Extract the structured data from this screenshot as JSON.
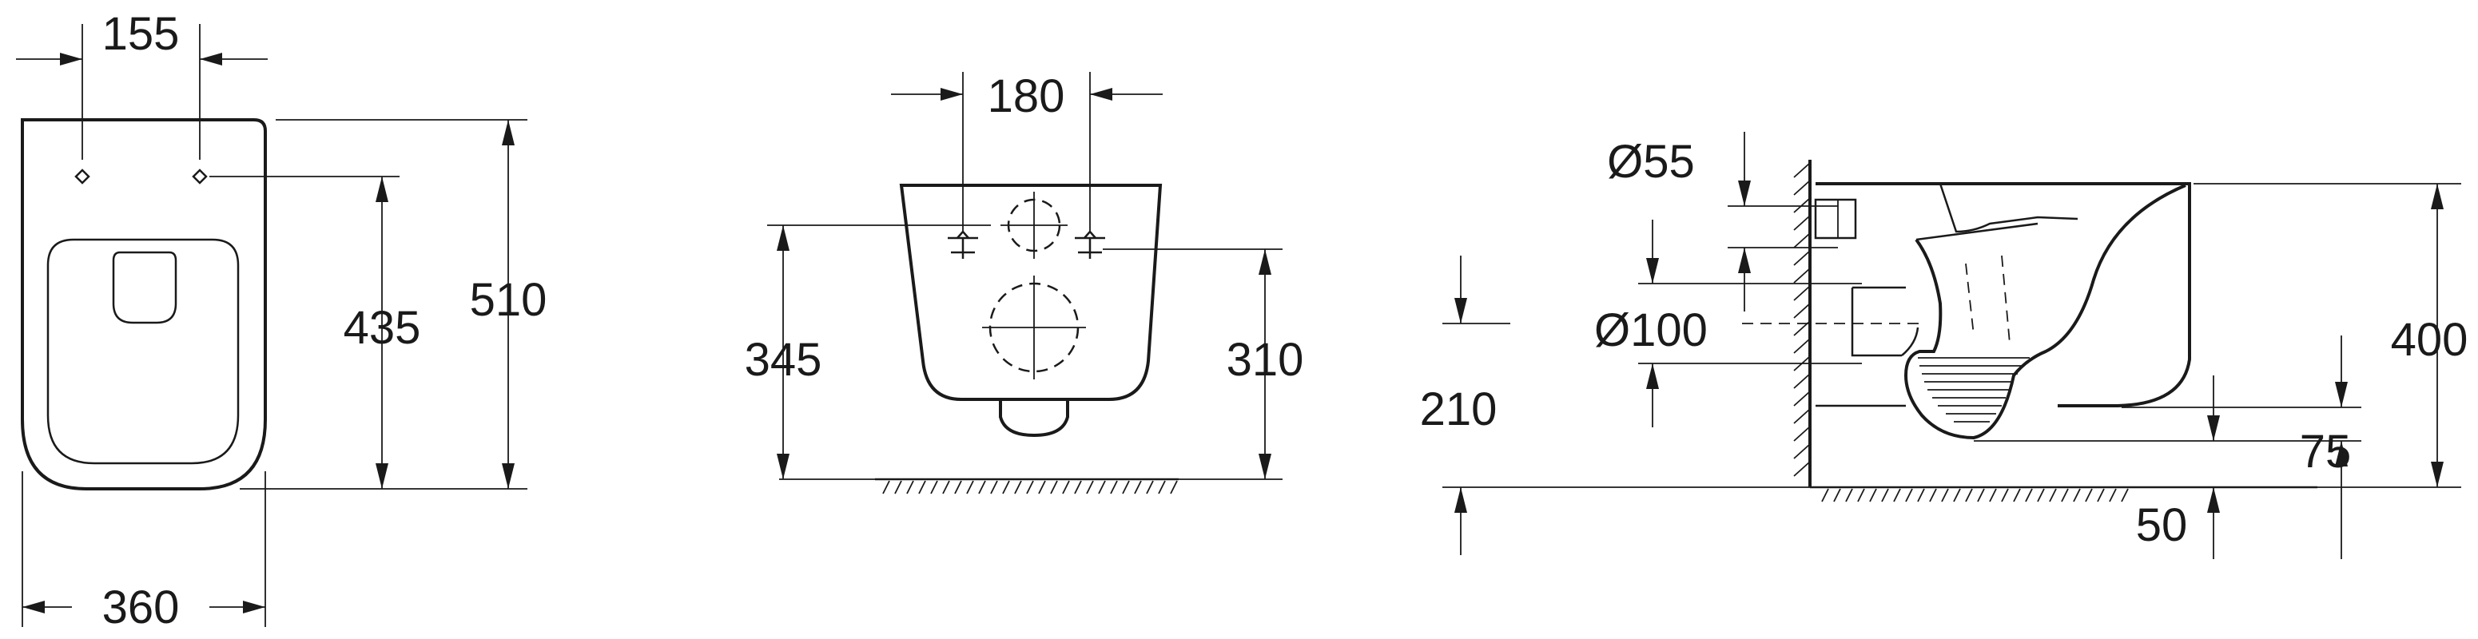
{
  "drawing": {
    "top_view": {
      "holes_spacing": "155",
      "mount_height": "435",
      "length": "510",
      "width": "360"
    },
    "rear_view": {
      "bolt_spacing": "180",
      "bolt_height": "345",
      "outlet_height": "310"
    },
    "side_view": {
      "inlet_diameter": "Ø55",
      "outlet_diameter": "Ø100",
      "outlet_axis_height": "210",
      "bowl_height": "400",
      "water_depth": "75",
      "floor_gap": "50"
    }
  }
}
